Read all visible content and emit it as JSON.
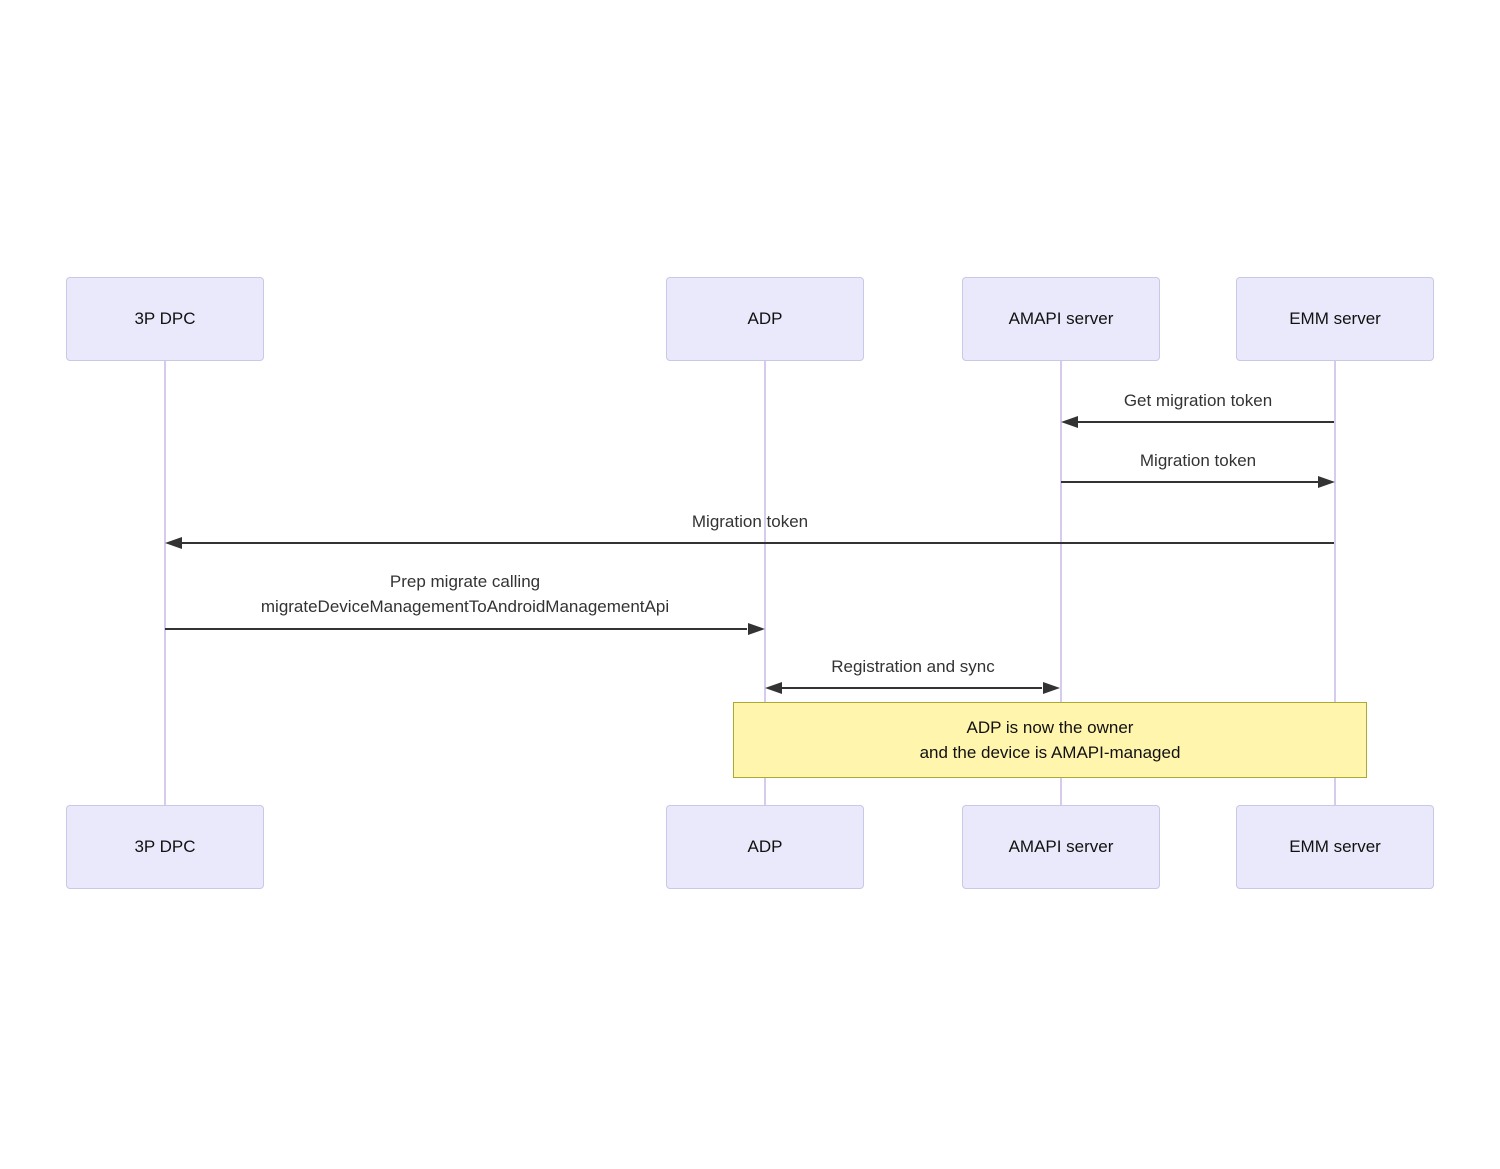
{
  "diagram": {
    "type": "sequence-diagram",
    "participants": [
      {
        "id": "3p-dpc",
        "label": "3P DPC"
      },
      {
        "id": "adp",
        "label": "ADP"
      },
      {
        "id": "amapi-server",
        "label": "AMAPI server"
      },
      {
        "id": "emm-server",
        "label": "EMM server"
      }
    ],
    "messages": [
      {
        "label": "Get migration token",
        "from": "EMM server",
        "to": "AMAPI server",
        "direction": "left",
        "arrow": "solid-single"
      },
      {
        "label": "Migration token",
        "from": "AMAPI server",
        "to": "EMM server",
        "direction": "right",
        "arrow": "solid-single"
      },
      {
        "label": "Migration token",
        "from": "EMM server",
        "to": "3P DPC",
        "direction": "left",
        "arrow": "solid-single"
      },
      {
        "label_line1": "Prep migrate calling",
        "label_line2": "migrateDeviceManagementToAndroidManagementApi",
        "from": "3P DPC",
        "to": "ADP",
        "direction": "right",
        "arrow": "solid-single"
      },
      {
        "label": "Registration and sync",
        "from": "ADP",
        "to": "AMAPI server",
        "direction": "both",
        "arrow": "solid-double"
      }
    ],
    "note": {
      "line1": "ADP is now the owner",
      "line2": "and the device is AMAPI-managed",
      "spans": [
        "ADP",
        "EMM server"
      ]
    },
    "colors": {
      "actor_fill": "#e9e9fb",
      "actor_border": "#c8c8e8",
      "lifeline": "#d6cbee",
      "arrow": "#333333",
      "message_text": "#333333",
      "note_fill": "#fff5ad",
      "note_border": "#aaaa33",
      "background": "#ffffff"
    }
  }
}
